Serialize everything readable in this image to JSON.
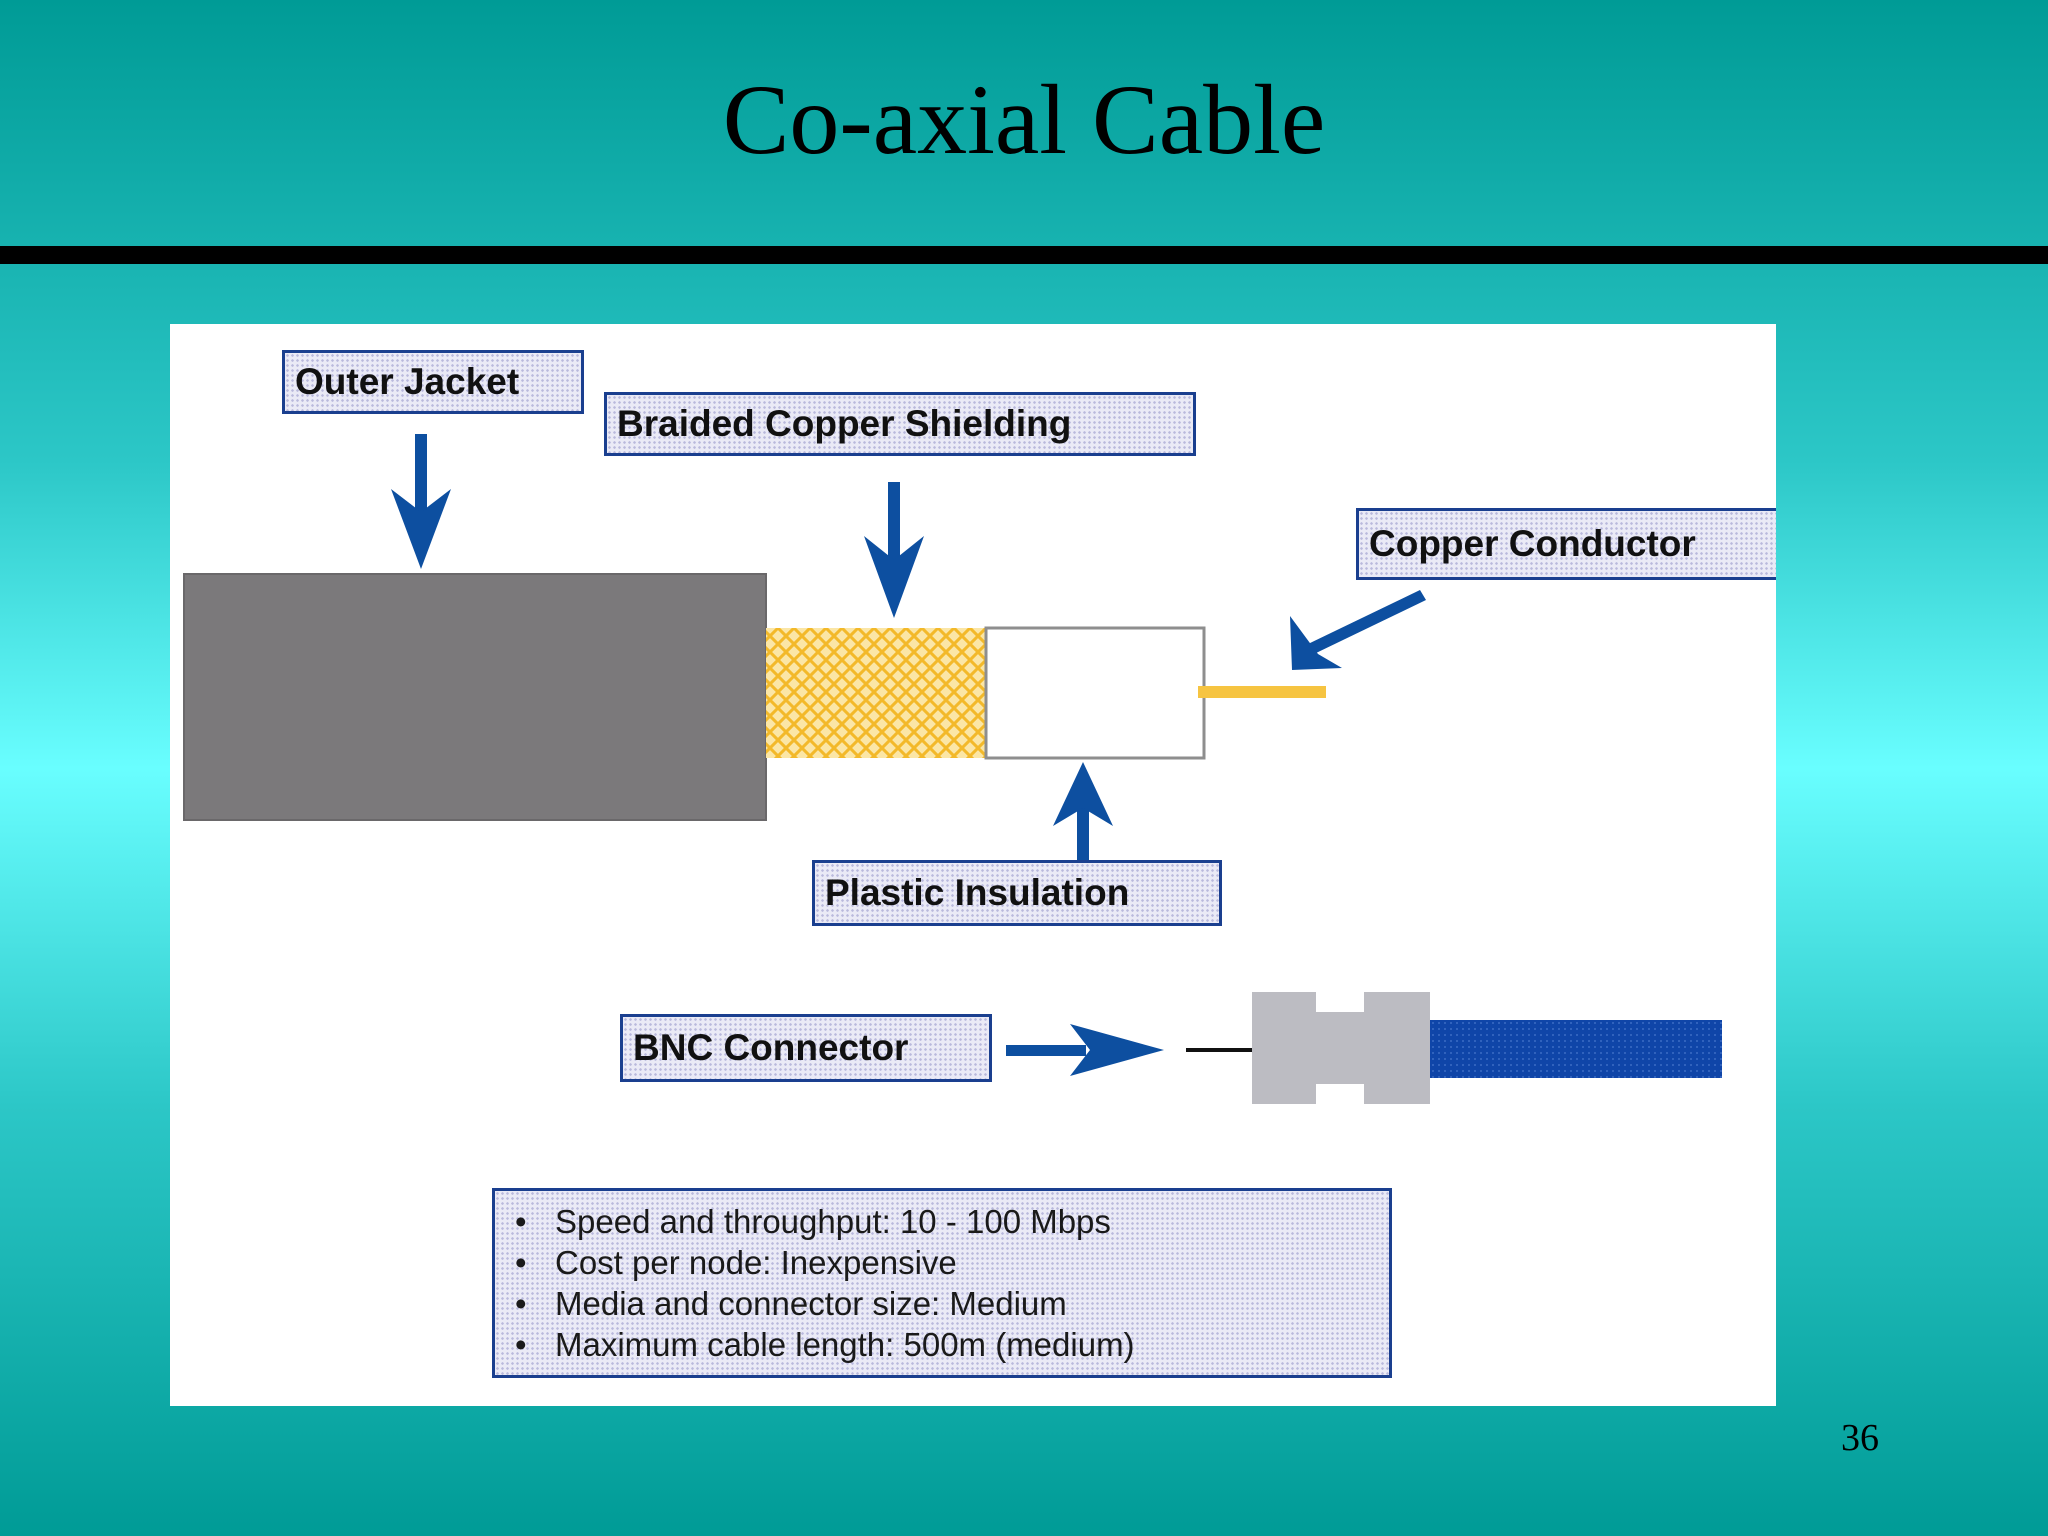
{
  "slide": {
    "title": "Co-axial Cable",
    "page_number": "36"
  },
  "labels": {
    "outer_jacket": "Outer Jacket",
    "braided_shielding": "Braided Copper Shielding",
    "copper_conductor": "Copper Conductor",
    "plastic_insulation": "Plastic Insulation",
    "bnc_connector": "BNC Connector"
  },
  "specs": [
    "Speed and throughput:  10 - 100 Mbps",
    "Cost per node: Inexpensive",
    "Media and connector size:  Medium",
    "Maximum cable length:  500m (medium)"
  ],
  "colors": {
    "arrow": "#0d4fa0",
    "jacket": "#7b797b",
    "shielding": "#f6c441",
    "conductor": "#f6c441",
    "bnc_body": "#bcbcc2",
    "bnc_cable": "#0f45a8"
  }
}
